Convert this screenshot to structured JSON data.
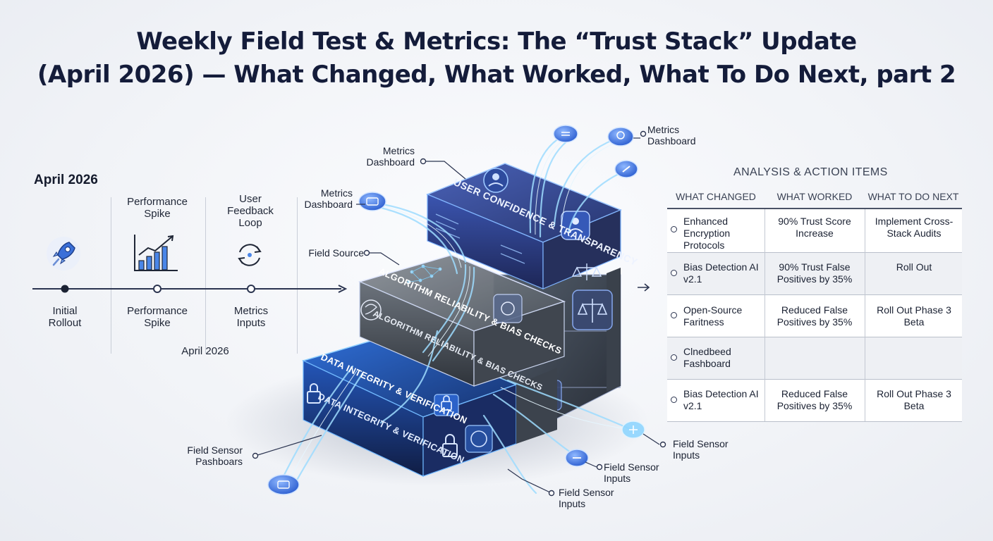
{
  "title": {
    "line1": "Weekly Field Test & Metrics: The “Trust Stack” Update",
    "line2": "(April 2026) — What Changed, What Worked, What To Do Next, part 2"
  },
  "timeline": {
    "header": "April 2026",
    "top_labels": [
      "Performance Spike",
      "User Feedback Loop"
    ],
    "bottom_labels": [
      "Initial Rollout",
      "Performance Spike",
      "Metrics Inputs"
    ],
    "footer": "April 2026",
    "icons": [
      "rocket-icon",
      "bar-chart-icon",
      "refresh-cycle-icon"
    ]
  },
  "stack": {
    "layers": [
      "USER CONFIDENCE & TRANSPARENCY",
      "ALGORITHM RELIABILITY & BIAS CHECKS",
      "DATA INTEGRITY & VERIFICATION"
    ],
    "echo_labels": [
      "ALGORITHM RELIABILITY & BIAS CHECKS",
      "DATA INTEGRITY & VERIFICATION"
    ]
  },
  "callouts": {
    "metrics_dashboard_top_right": "Metrics Dashboard",
    "metrics_dashboard_upper_left": "Metrics Dashboard",
    "metrics_dashboard_left": "Metrics Dashboard",
    "field_source": "Field Source",
    "field_sensor_pashboars": "Field Sensor Pashboars",
    "field_sensor_inputs_right": "Field Sensor Inputs",
    "field_sensor_inputs_mid": "Field Sensor Inputs",
    "field_sensor_inputs_bottom": "Field Sensor Inputs"
  },
  "table": {
    "title": "ANALYSIS & ACTION ITEMS",
    "headers": [
      "WHAT CHANGED",
      "WHAT WORKED",
      "WHAT TO DO NEXT"
    ],
    "rows": [
      [
        "Enhanced Encryption Protocols",
        "90% Trust Score Increase",
        "Implement Cross-Stack Audits"
      ],
      [
        "Bias Detection AI v2.1",
        "90% Trust False Positives by 35%",
        "Roll Out"
      ],
      [
        "Open-Source Faritness",
        "Reduced False Positives by 35%",
        "Roll Out Phase 3 Beta"
      ],
      [
        "Clnedbeed Fashboard",
        "",
        ""
      ],
      [
        "Bias Detection AI v2.1",
        "Reduced False Positives by 35%",
        "Roll Out Phase 3 Beta"
      ]
    ]
  },
  "colors": {
    "title": "#141c3a",
    "accent_blue": "#2f6fe0",
    "glow_cyan": "#7fd3ff",
    "layer_top": "#3b4f9a",
    "layer_mid": "#5c6470",
    "layer_bottom": "#1e3f8a"
  }
}
